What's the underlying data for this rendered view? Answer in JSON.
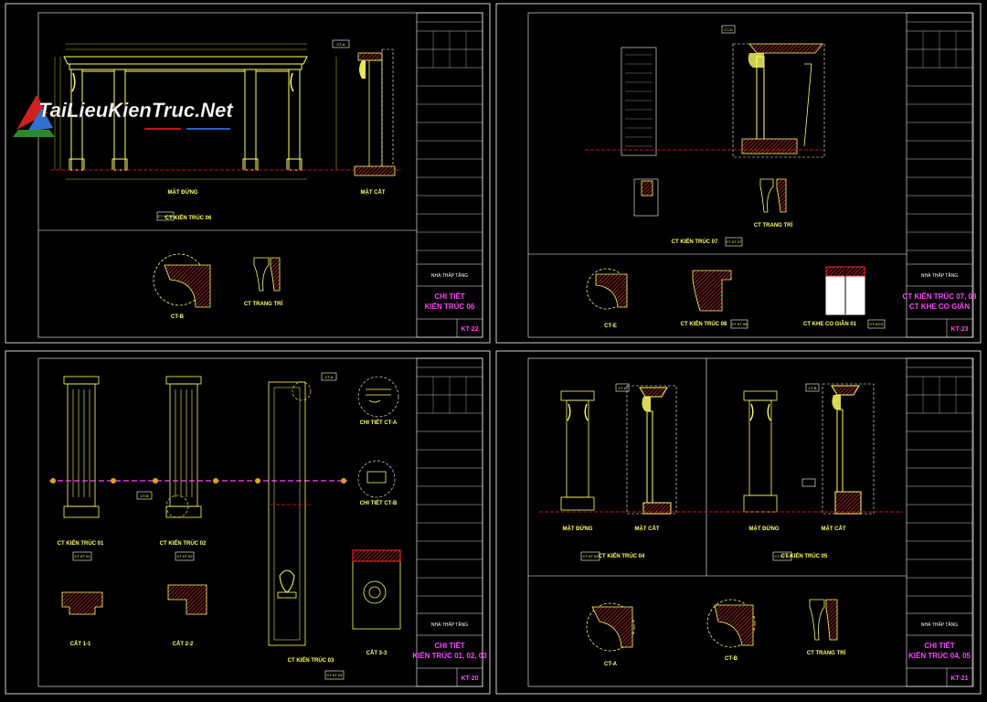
{
  "watermark": {
    "text": "TaiLieuKienTruc.Net",
    "color": "#ffffff",
    "accent": "#e02020"
  },
  "colors": {
    "background": "#000000",
    "frame": "#ffffff",
    "outline": "#ffff66",
    "hatch": "#ff3030",
    "section_line": "#ff44ff",
    "level_line": "#c01818",
    "leader": "#ffffff"
  },
  "sheets": [
    {
      "project": "NHÀ THẤP TẦNG",
      "title_line1": "CHI TIẾT",
      "title_line2": "KIẾN TRÚC 06",
      "number": "KT-22",
      "labels": [
        "MẶT ĐỨNG",
        "MẶT CẮT",
        "CT KIẾN TRÚC 06",
        "CT-B",
        "CT TRANG TRÍ"
      ],
      "tags": [
        "CT-A",
        "CT KT 06"
      ]
    },
    {
      "project": "NHÀ THẤP TẦNG",
      "title_line1": "CT KIẾN TRÚC 07, 08",
      "title_line2": "CT KHE CO GIÃN",
      "number": "KT-23",
      "labels": [
        "CT TRANG TRÍ",
        "CT KIẾN TRÚC 07",
        "CT-E",
        "CT KIẾN TRÚC 08",
        "CT KHE CO GIÃN 01"
      ],
      "tags": [
        "CT-D",
        "CT KT 07",
        "CT KT 08",
        "CT-KCG"
      ]
    },
    {
      "project": "NHÀ THẤP TẦNG",
      "title_line1": "CHI TIẾT",
      "title_line2": "KIẾN TRÚC 01, 02, 03",
      "number": "KT-20",
      "labels": [
        "CT KIẾN TRÚC 01",
        "CT KIẾN TRÚC 02",
        "CHI TIẾT CT-A",
        "CHI TIẾT CT-B",
        "CẮT 1-1",
        "CẮT 2-2",
        "CT KIẾN TRÚC 03",
        "CẮT 3-3"
      ],
      "tags": [
        "CT-B",
        "CT KT 01",
        "CT KT 02",
        "CT-A",
        "CT KT 03"
      ]
    },
    {
      "project": "NHÀ THẤP TẦNG",
      "title_line1": "CHI TIẾT",
      "title_line2": "KIẾN TRÚC 04, 05",
      "number": "KT-21",
      "labels": [
        "MẶT ĐỨNG",
        "MẶT CẮT",
        "CT KIẾN TRÚC 04",
        "MẶT ĐỨNG",
        "MẶT CẮT",
        "CT KIẾN TRÚC 05",
        "CT-A",
        "CT-B",
        "CT TRANG TRÍ"
      ],
      "tags": [
        "CT-A",
        "CT-B",
        "CT KT 04",
        "CT KT 05"
      ]
    }
  ]
}
